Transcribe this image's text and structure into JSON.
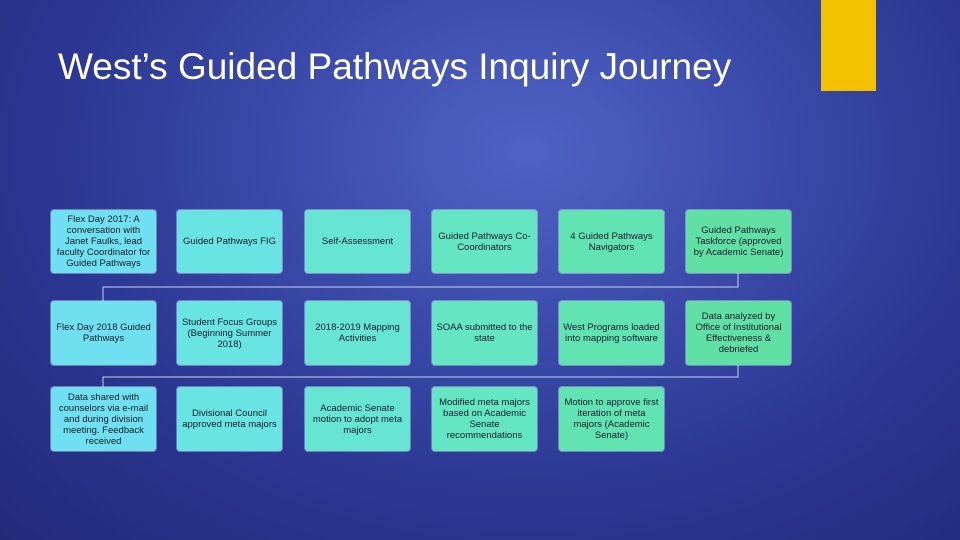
{
  "slide": {
    "title": "West’s Guided Pathways Inquiry Journey",
    "accent_color": "#f2c200",
    "background_color": "#2f3c99"
  },
  "steps": [
    [
      "Flex Day 2017: A conversation with Janet Faulks, lead faculty Coordinator for Guided Pathways",
      "Guided Pathways FIG",
      "Self-Assessment",
      "Guided Pathways Co-Coordinators",
      "4 Guided Pathways Navigators",
      "Guided Pathways Taskforce (approved by Academic Senate)"
    ],
    [
      "Flex Day 2018 Guided Pathways",
      "Student Focus Groups (Beginning Summer 2018)",
      "2018-2019 Mapping Activities",
      "SOAA submitted to the state",
      "West Programs loaded into mapping software",
      "Data analyzed by Office of Institutional Effectiveness & debriefed"
    ],
    [
      "Data shared with counselors via e-mail and during division meeting. Feedback received",
      "Divisional Council approved meta majors",
      "Academic Senate motion to adopt meta majors",
      "Modified meta majors based on Academic Senate recommendations",
      "Motion to approve first iteration of meta majors (Academic Senate)"
    ]
  ],
  "box_colors": [
    "#6ee0f0",
    "#68e4e2",
    "#66e6d2",
    "#64e6c2",
    "#62e3b2",
    "#60e0a4"
  ]
}
